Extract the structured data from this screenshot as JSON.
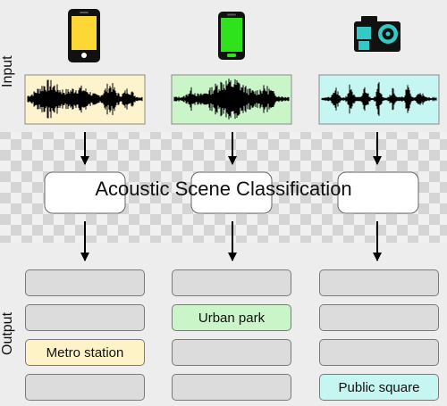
{
  "sections": {
    "input": "Input",
    "output": "Output"
  },
  "classifier": {
    "label": "Acoustic Scene Classification"
  },
  "devices": [
    {
      "icon": "yellow-phone-icon",
      "color": "#fdd835"
    },
    {
      "icon": "green-phone-icon",
      "color": "#2ee31c"
    },
    {
      "icon": "action-camera-icon",
      "color": "#34c9c4"
    }
  ],
  "waveforms": [
    {
      "bg": "#fdf3cc"
    },
    {
      "bg": "#c9f5c8"
    },
    {
      "bg": "#c6f6f2"
    }
  ],
  "outputs": {
    "col1": [
      "",
      "",
      "Metro station",
      ""
    ],
    "col2": [
      "",
      "Urban park",
      "",
      ""
    ],
    "col3": [
      "",
      "",
      "",
      "Public square"
    ]
  },
  "colors": {
    "empty_box": "#dcdcdc",
    "col1_highlight": "#fdf3c6",
    "col2_highlight": "#c9f5c8",
    "col3_highlight": "#c6f6f2",
    "band_a": "#f0f0f0",
    "band_b": "#d5d5d5"
  }
}
